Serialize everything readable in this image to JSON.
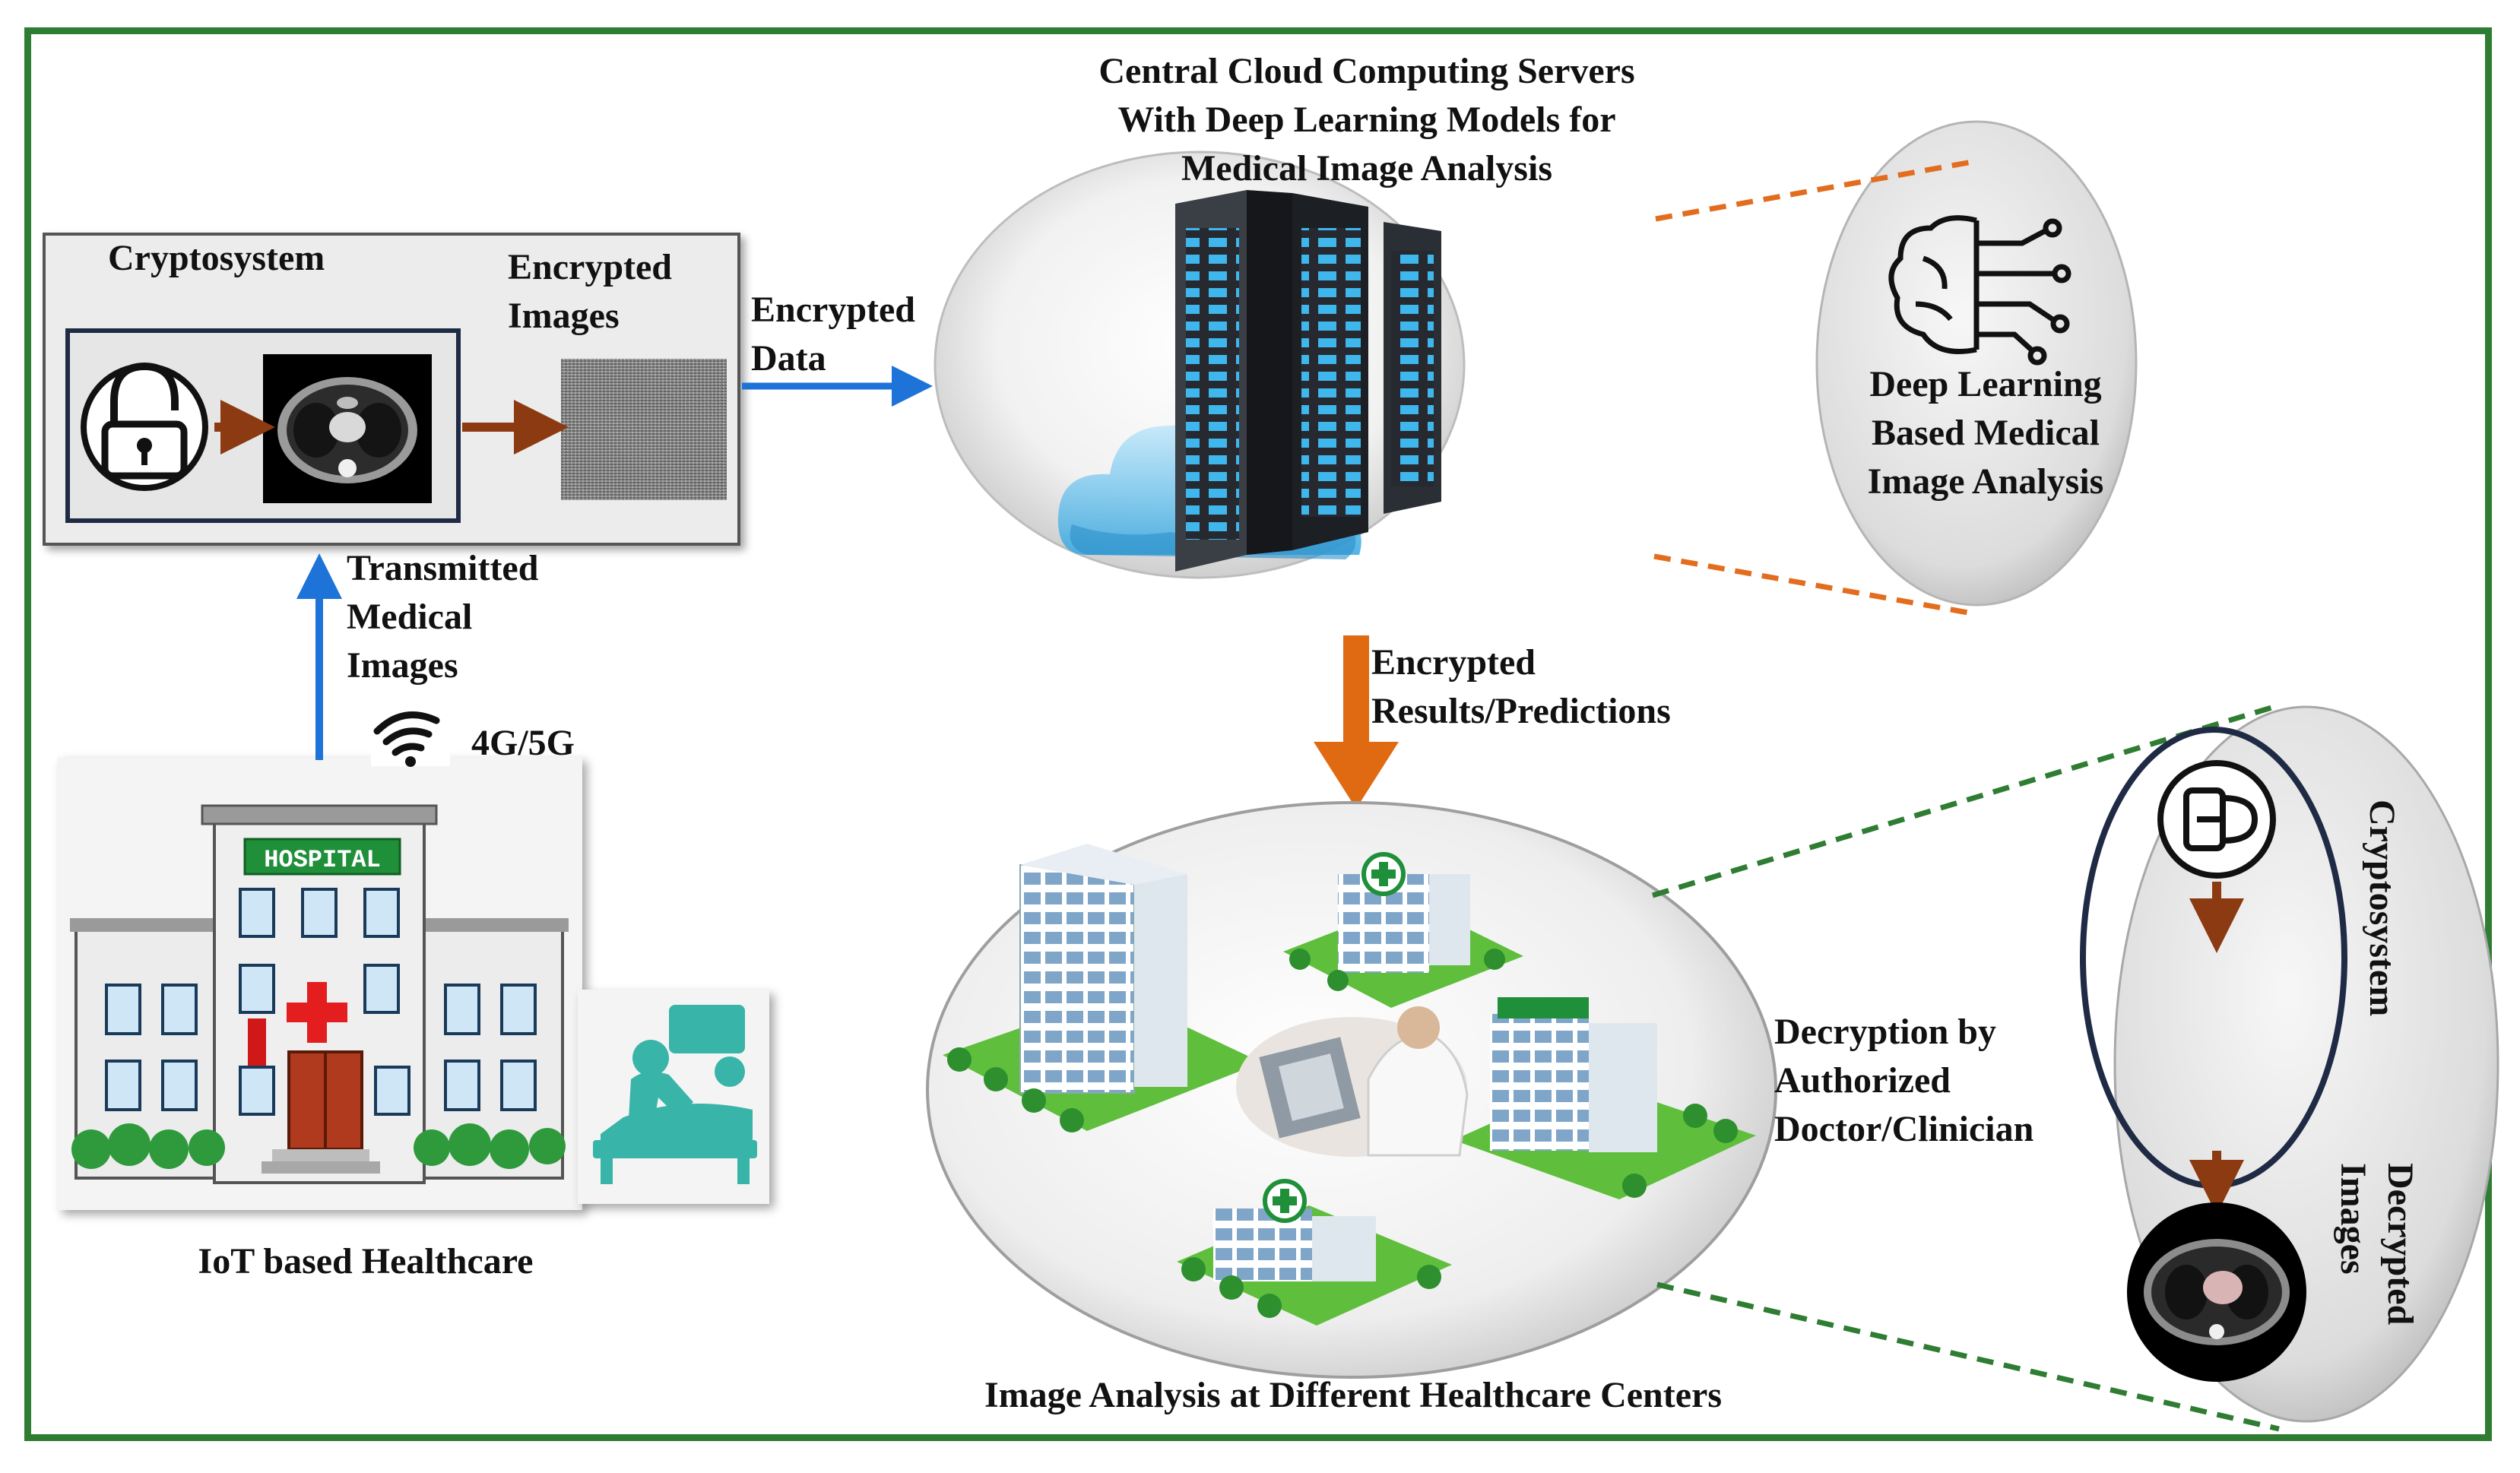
{
  "labels": {
    "cryptosystem_top": "Cryptosystem",
    "encrypted_images": [
      "Encrypted",
      "Images"
    ],
    "encrypted_data": [
      "Encrypted",
      "Data"
    ],
    "cloud_title": [
      "Central Cloud Computing Servers",
      "With Deep Learning Models for",
      "Medical Image Analysis"
    ],
    "deep_learning": [
      "Deep Learning",
      "Based Medical",
      "Image Analysis"
    ],
    "transmitted": [
      "Transmitted",
      "Medical",
      "Images"
    ],
    "network": "4G/5G",
    "hospital_sign": "HOSPITAL",
    "iot": "IoT based Healthcare",
    "encrypted_results": [
      "Encrypted",
      "Results/Predictions"
    ],
    "decryption": [
      "Decryption by",
      "Authorized",
      "Doctor/Clinician"
    ],
    "cryptosystem_side": "Cryptosystem",
    "decrypted_images": [
      "Decrypted",
      "Images"
    ],
    "analysis_centers": "Image Analysis at Different Healthcare Centers"
  },
  "colors": {
    "frame": "#2e7d32",
    "blue_arrow": "#1e73d8",
    "orange_arrow": "#e06a12",
    "brown_arrow": "#8b3a12",
    "orange_dash": "#e36d1f",
    "green_dash": "#2e7d32",
    "cloud_blue": "#35a7e0",
    "server_dark": "#262a30",
    "server_light": "#3fb6ec",
    "hospital_red": "#b03a1e",
    "hospital_green": "#1f8f3a"
  },
  "icons": [
    "padlock-icon",
    "ct-scan-icon",
    "noise-image-icon",
    "server-rack-icon",
    "cloud-icon",
    "ai-brain-icon",
    "wifi-icon",
    "hospital-icon",
    "patient-care-icon",
    "healthcare-building-icon",
    "doctor-xray-icon",
    "key-card-icon",
    "decrypted-ct-icon"
  ]
}
